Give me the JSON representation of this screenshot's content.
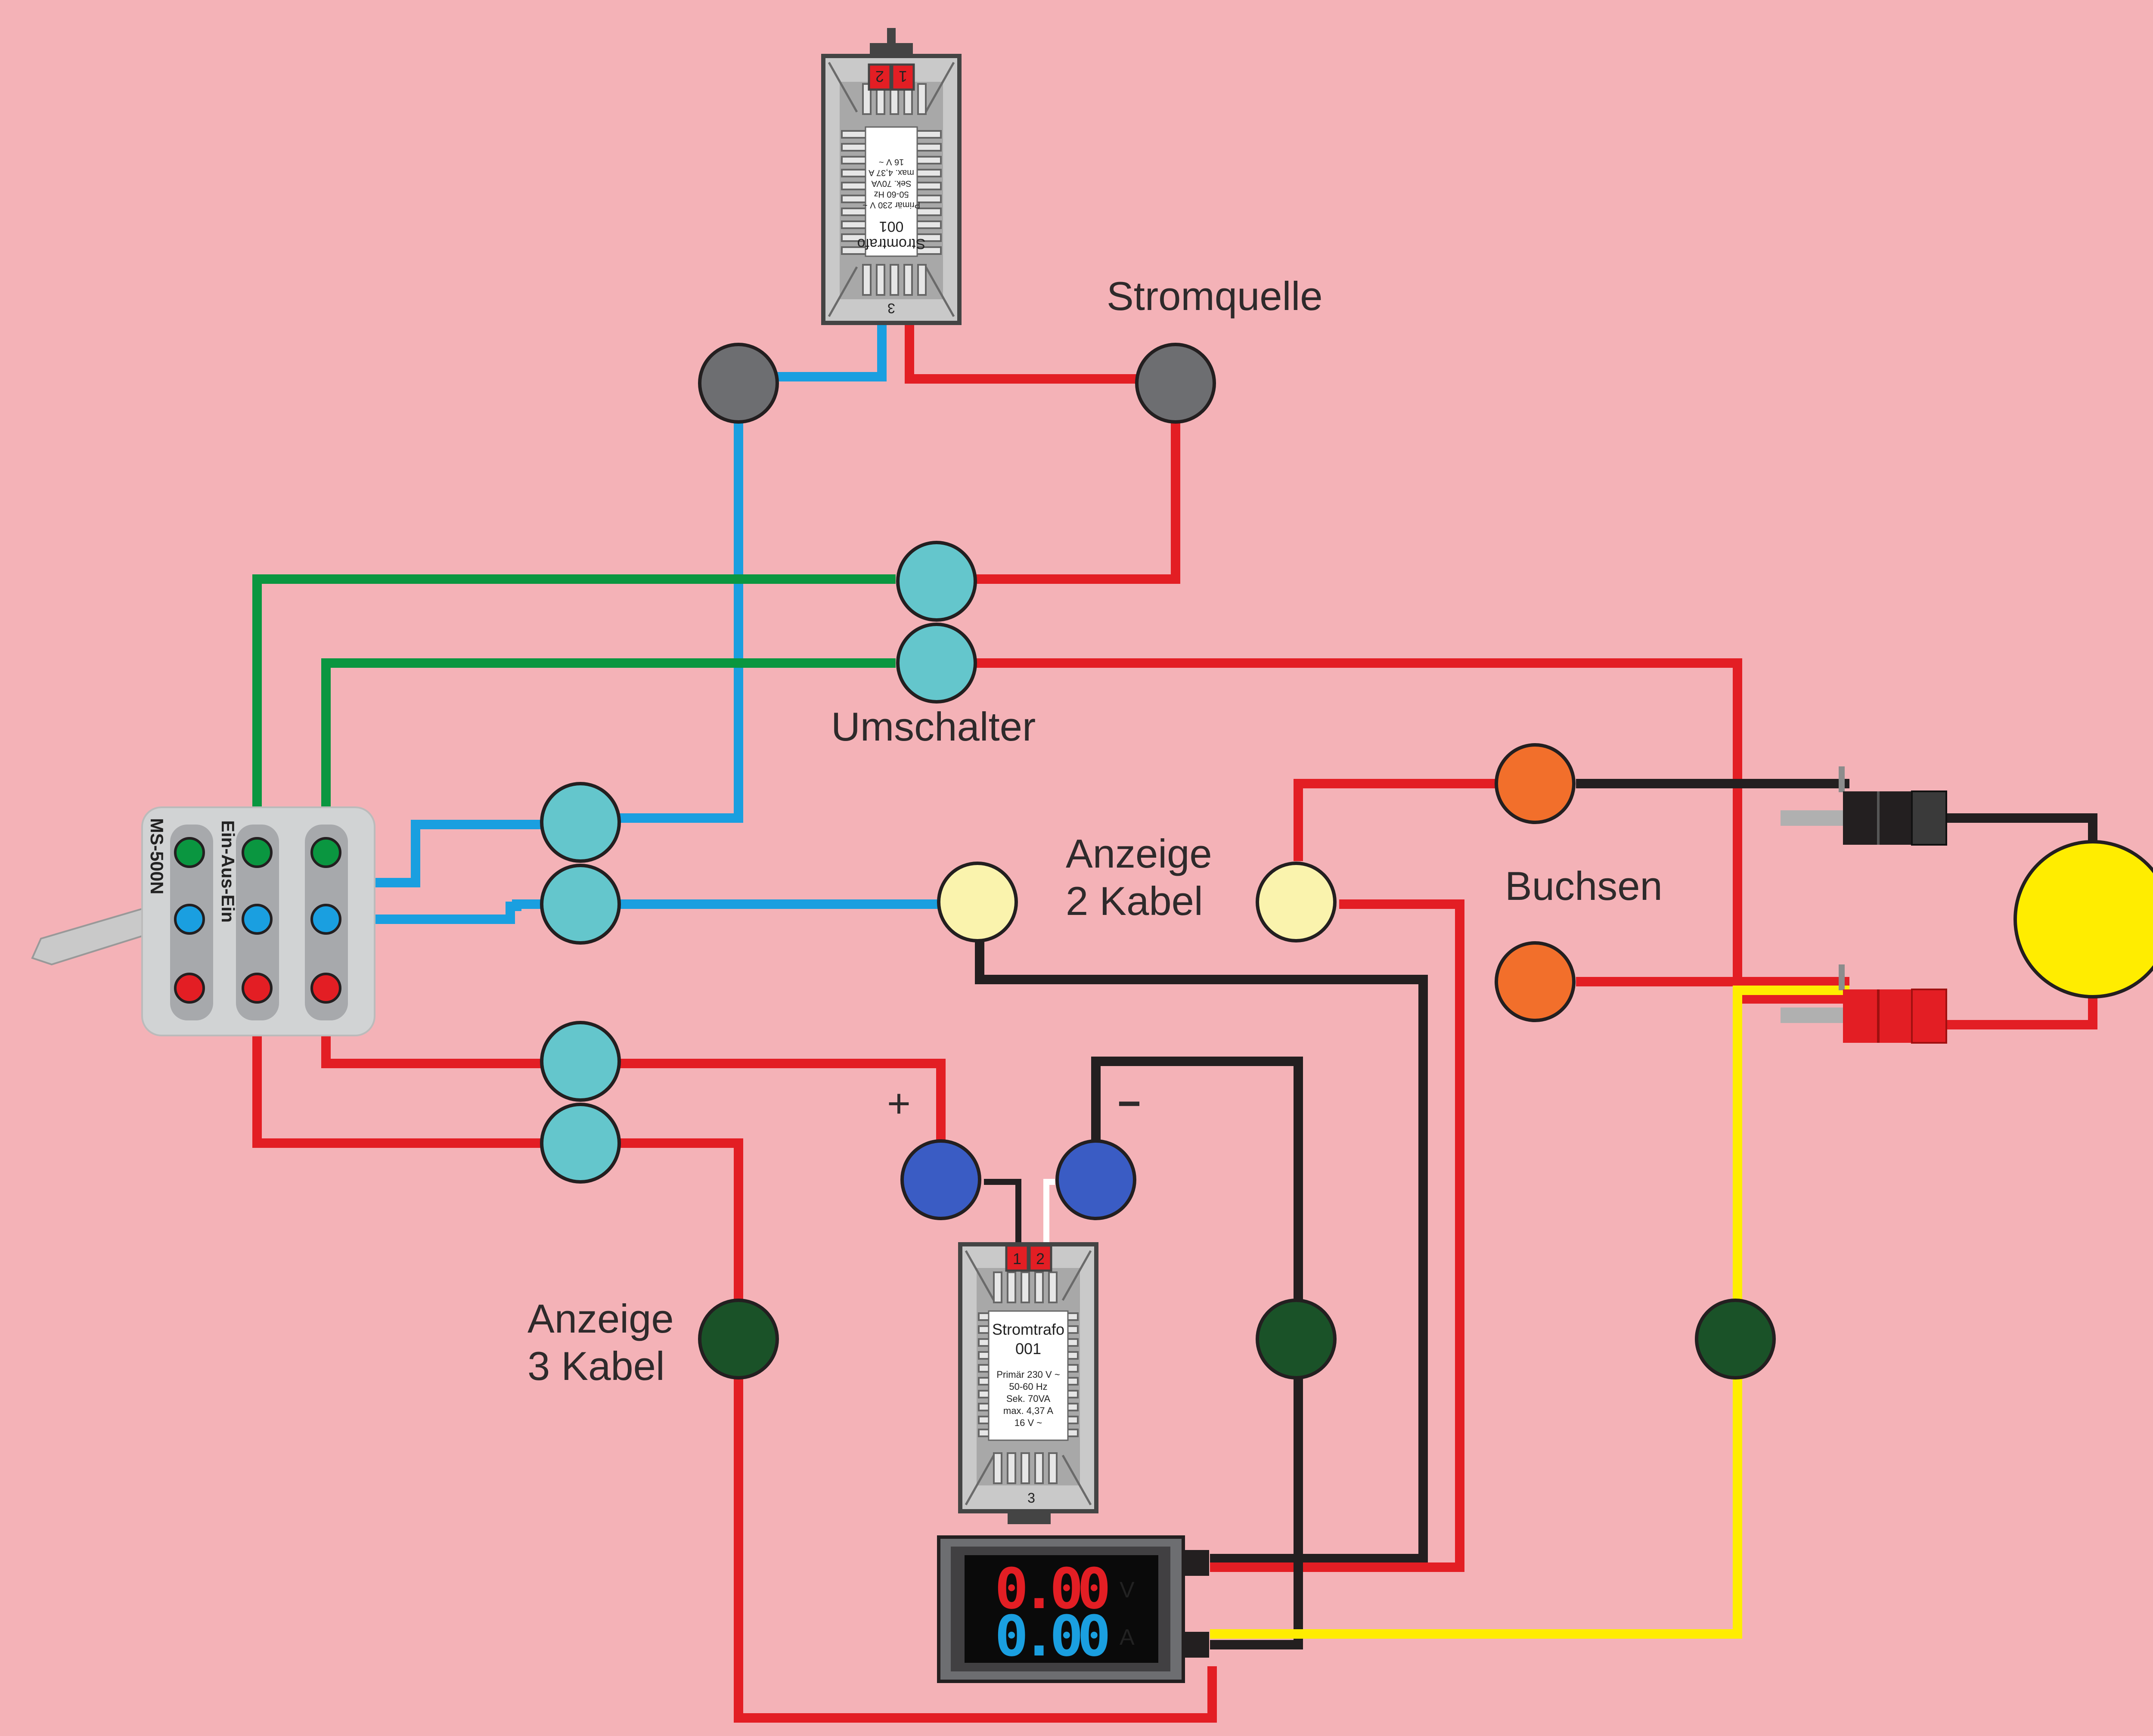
{
  "labels": {
    "stromquelle": "Stromquelle",
    "umschalter": "Umschalter",
    "anzeige2_line1": "Anzeige",
    "anzeige2_line2": "2 Kabel",
    "buchsen": "Buchsen",
    "anzeige3_line1": "Anzeige",
    "anzeige3_line2": "3 Kabel",
    "plus": "+",
    "minus": "−"
  },
  "transformer": {
    "title": "Stromtrafo",
    "number": "001",
    "spec_lines": [
      "Primär 230 V ~",
      "50-60 Hz",
      "Sek. 70VA",
      "max. 4,37 A",
      "16 V ~"
    ],
    "terminal_1": "1",
    "terminal_2": "2",
    "terminal_3": "3"
  },
  "switch": {
    "model": "MS-500N",
    "mode": "Ein-Aus-Ein"
  },
  "meter": {
    "voltage_reading": "0.00",
    "voltage_unit": "V",
    "current_reading": "0.00",
    "current_unit": "A"
  },
  "colors": {
    "background": "#f4b2b7",
    "wire_red": "#e31e24",
    "wire_blue": "#1a9fe0",
    "wire_green": "#0a9640",
    "wire_black": "#231f20",
    "wire_yellow": "#ffed00",
    "terminal_cyan": "#64c6cc",
    "terminal_gray": "#6d6e71",
    "terminal_cream": "#faf3ad",
    "terminal_orange": "#f26f2b",
    "terminal_darkgreen": "#1a5228",
    "terminal_blue": "#3a5cc4",
    "lamp_yellow": "#ffed00"
  }
}
